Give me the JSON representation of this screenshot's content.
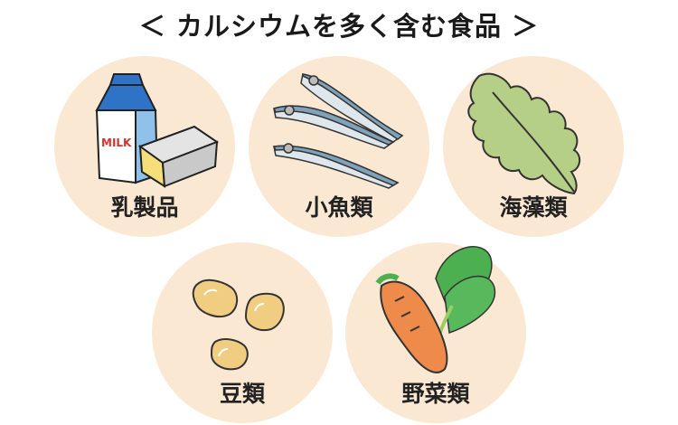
{
  "title": "＜ カルシウムを多く含む食品 ＞",
  "items": [
    {
      "label": "乳製品",
      "icon": "milk-and-cheese-icon"
    },
    {
      "label": "小魚類",
      "icon": "small-fish-icon"
    },
    {
      "label": "海藻類",
      "icon": "seaweed-icon"
    },
    {
      "label": "豆類",
      "icon": "beans-icon"
    },
    {
      "label": "野菜類",
      "icon": "carrot-and-greens-icon"
    }
  ],
  "colors": {
    "circle_bg": "#fbe8d3",
    "milk_blue": "#2f73c7",
    "cheese_yellow": "#f5df7a",
    "fish_blue": "#7fa2bb",
    "seaweed_green": "#b5cf86",
    "bean_tan": "#f1cd82",
    "carrot_orange": "#ee8a4a",
    "leaf_green": "#4caf50"
  },
  "milk_text": "MILK"
}
